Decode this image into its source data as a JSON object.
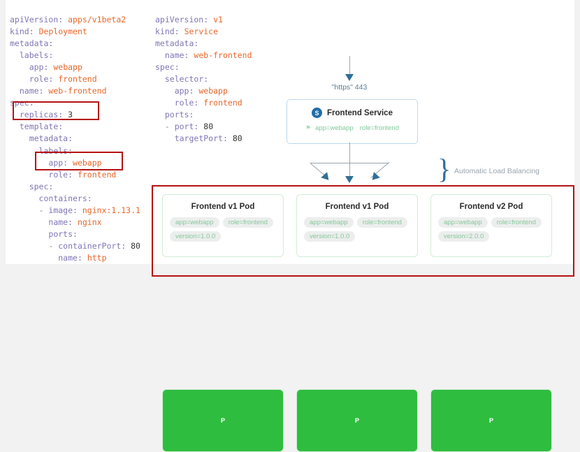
{
  "yaml": {
    "deployment": "apiVersion: apps/v1beta2\nkind: Deployment\nmetadata:\n  labels:\n    app: webapp\n    role: frontend\n  name: web-frontend\nspec:\n  replicas: 3\n  template:\n    metadata:\n      labels:\n        app: webapp\n        role: frontend\n    spec:\n      containers:\n      - image: nginx:1.13.1\n        name: nginx\n        ports:\n        - containerPort: 80\n          name: http",
    "service": "apiVersion: v1\nkind: Service\nmetadata:\n  name: web-frontend\nspec:\n  selector:\n    app: webapp\n    role: frontend\n  ports:\n  - port: 80\n    targetPort: 80"
  },
  "highlights": {
    "replicas": "replicas: 3",
    "app_label": "app: webapp",
    "pods_group": "pods row",
    "color": "#b51212"
  },
  "diagram": {
    "ingress_label": "\"https\" 443",
    "load_balancing_label": "Automatic Load Balancing",
    "brace_glyph": "}",
    "service": {
      "badge": "S",
      "title": "Frontend Service",
      "tag_glyph": "⚑",
      "labels": [
        "app=webapp",
        "role=frontend"
      ],
      "border_color": "#bcd9ee",
      "badge_color": "#1f6fa8"
    },
    "pods": [
      {
        "badge": "P",
        "title": "Frontend v1 Pod",
        "labels": [
          "app=webapp",
          "role=frontend",
          "version=1.0.0"
        ]
      },
      {
        "badge": "P",
        "title": "Frontend v1 Pod",
        "labels": [
          "app=webapp",
          "role=frontend",
          "version=1.0.0"
        ]
      },
      {
        "badge": "P",
        "title": "Frontend v2 Pod",
        "labels": [
          "app=webapp",
          "role=frontend",
          "version=2.0.0"
        ]
      }
    ],
    "pod_badge_color": "#2ebd3f",
    "pod_border_color": "#d2edd6",
    "arrow_color": "#2f6f96",
    "line_color": "#9aa4ad"
  }
}
